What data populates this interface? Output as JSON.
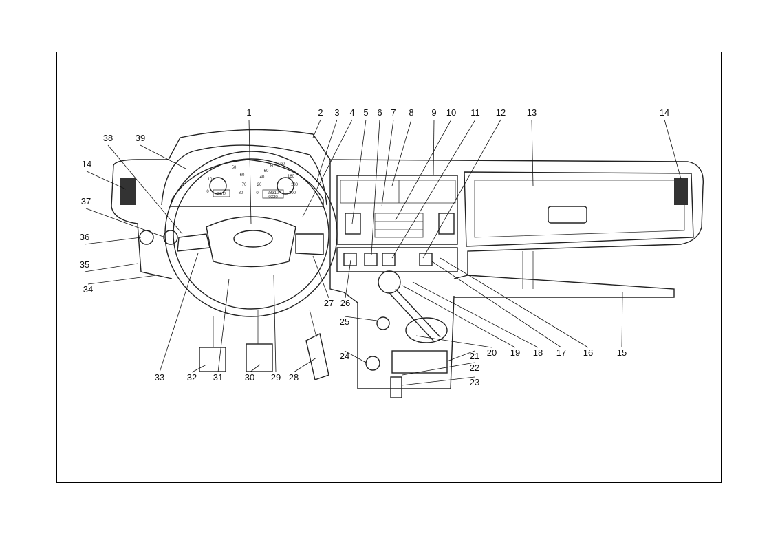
{
  "diagram": {
    "callouts": [
      "1",
      "2",
      "3",
      "4",
      "5",
      "6",
      "7",
      "8",
      "9",
      "10",
      "11",
      "12",
      "13",
      "14",
      "14",
      "15",
      "16",
      "17",
      "18",
      "19",
      "20",
      "21",
      "22",
      "23",
      "24",
      "25",
      "26",
      "27",
      "28",
      "29",
      "30",
      "31",
      "32",
      "33",
      "34",
      "35",
      "36",
      "37",
      "38",
      "39"
    ],
    "tachometer_ticks": [
      "0",
      "10",
      "50",
      "60",
      "70",
      "80"
    ],
    "speedometer_ticks": [
      "0",
      "20",
      "40",
      "60",
      "80",
      "100",
      "160",
      "180",
      "200"
    ],
    "trip_display": "2102",
    "odometer_display": [
      "28310",
      "0330"
    ]
  }
}
